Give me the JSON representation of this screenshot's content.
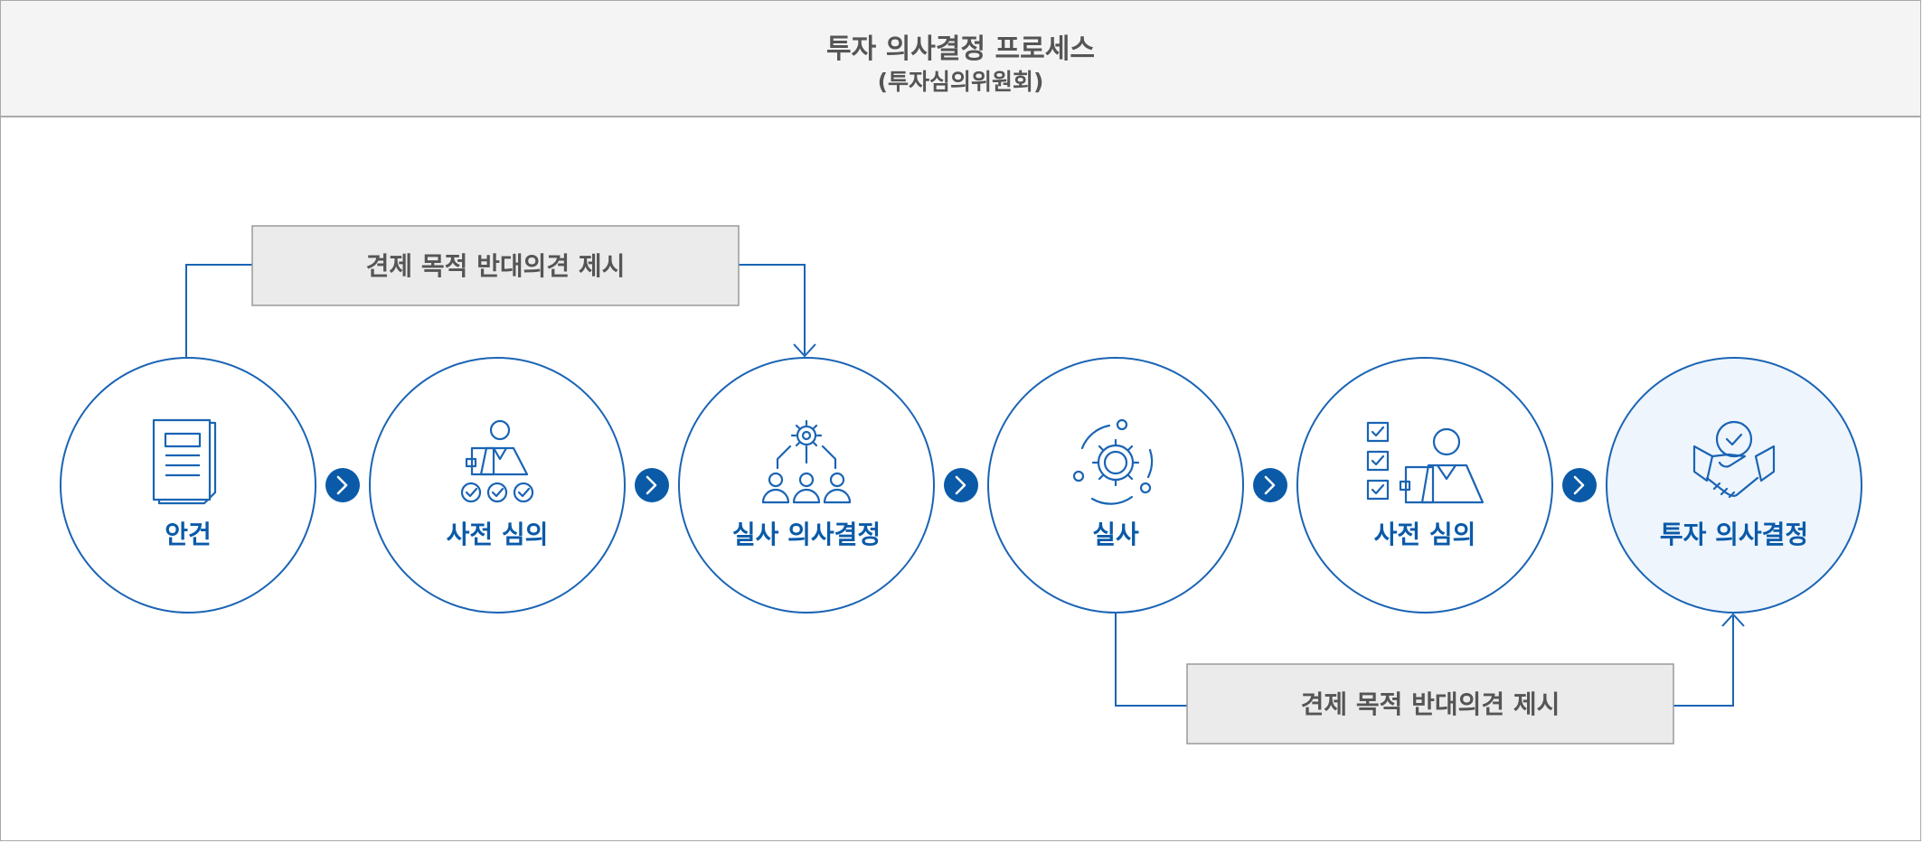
{
  "header": {
    "title": "투자 의사결정 프로세스",
    "subtitle": "(투자심의위원회)"
  },
  "steps": [
    {
      "label": "안건",
      "icon": "document-icon"
    },
    {
      "label": "사전 심의",
      "icon": "reviewer-checks-icon"
    },
    {
      "label": "실사 의사결정",
      "icon": "team-gear-icon"
    },
    {
      "label": "실사",
      "icon": "gear-cycle-icon"
    },
    {
      "label": "사전 심의",
      "icon": "checklist-reviewer-icon"
    },
    {
      "label": "투자 의사결정",
      "icon": "handshake-icon"
    }
  ],
  "notes": {
    "top": "견제 목적 반대의견 제시",
    "bottom": "견제 목적 반대의견 제시"
  },
  "colors": {
    "accent": "#0a5aa8",
    "circle_stroke": "#1a64b4",
    "highlight_fill": "#eef5fc",
    "note_fill": "#ebebeb",
    "note_stroke": "#9a9a9a",
    "header_fill": "#f4f4f4"
  }
}
